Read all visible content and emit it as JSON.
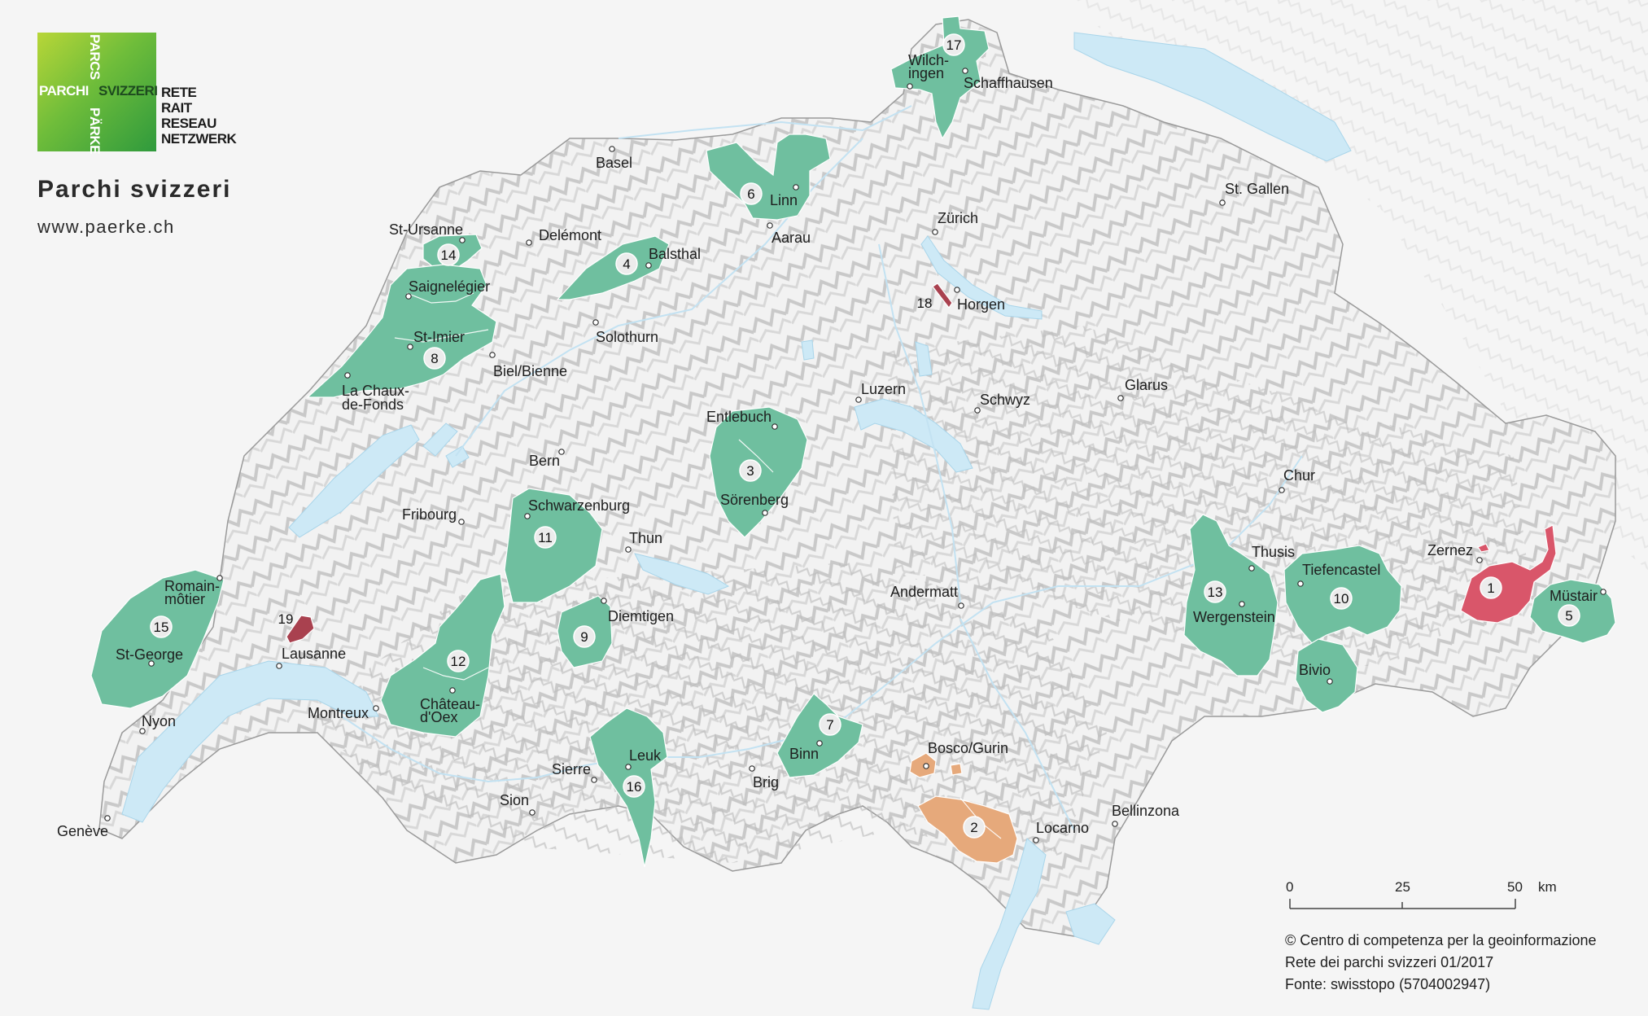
{
  "logo": {
    "w1": "PARCHI",
    "w2": "SVIZZERI",
    "w3": "PARCS",
    "w4": "PÄRKE"
  },
  "network": [
    "RETE",
    "RAIT",
    "RESEAU",
    "NETZWERK"
  ],
  "title": "Parchi svizzeri",
  "url": "www.paerke.ch",
  "credits": [
    "© Centro di competenza per la geoinformazione",
    "Rete dei parchi svizzeri 01/2017",
    "Fonte: swisstopo (5704002947)"
  ],
  "colors": {
    "park": "#6fbf9f",
    "candidate": "#e6a97b",
    "periurban": "#a9414f",
    "national": "#d9566a",
    "lake": "#cde9f6"
  },
  "scale": {
    "ticks": [
      "0",
      "25",
      "50"
    ],
    "unit": "km"
  },
  "places": [
    {
      "id": "basel",
      "name": "Basel"
    },
    {
      "id": "schaffhausen",
      "name": "Schaffhausen"
    },
    {
      "id": "wilchingen-1",
      "name": "Wilch-"
    },
    {
      "id": "wilchingen-2",
      "name": "ingen"
    },
    {
      "id": "st-gallen",
      "name": "St. Gallen"
    },
    {
      "id": "zurich",
      "name": "Zürich"
    },
    {
      "id": "horgen",
      "name": "Horgen"
    },
    {
      "id": "aarau",
      "name": "Aarau"
    },
    {
      "id": "linn",
      "name": "Linn"
    },
    {
      "id": "delemont",
      "name": "Delémont"
    },
    {
      "id": "st-ursanne",
      "name": "St-Ursanne"
    },
    {
      "id": "balsthal",
      "name": "Balsthal"
    },
    {
      "id": "saignelegier",
      "name": "Saignelégier"
    },
    {
      "id": "solothurn",
      "name": "Solothurn"
    },
    {
      "id": "st-imier",
      "name": "St-Imier"
    },
    {
      "id": "biel",
      "name": "Biel/Bienne"
    },
    {
      "id": "la-chaux-1",
      "name": "La Chaux-"
    },
    {
      "id": "la-chaux-2",
      "name": "de-Fonds"
    },
    {
      "id": "luzern",
      "name": "Luzern"
    },
    {
      "id": "schwyz",
      "name": "Schwyz"
    },
    {
      "id": "glarus",
      "name": "Glarus"
    },
    {
      "id": "entlebuch",
      "name": "Entlebuch"
    },
    {
      "id": "bern",
      "name": "Bern"
    },
    {
      "id": "sorenberg",
      "name": "Sörenberg"
    },
    {
      "id": "fribourg",
      "name": "Fribourg"
    },
    {
      "id": "schwarzenburg",
      "name": "Schwarzenburg"
    },
    {
      "id": "thun",
      "name": "Thun"
    },
    {
      "id": "chur",
      "name": "Chur"
    },
    {
      "id": "thusis",
      "name": "Thusis"
    },
    {
      "id": "tiefencastel",
      "name": "Tiefencastel"
    },
    {
      "id": "zernez",
      "name": "Zernez"
    },
    {
      "id": "mustair",
      "name": "Müstair"
    },
    {
      "id": "andermatt",
      "name": "Andermatt"
    },
    {
      "id": "wergenstein",
      "name": "Wergenstein"
    },
    {
      "id": "bivio",
      "name": "Bivio"
    },
    {
      "id": "romainmotier-1",
      "name": "Romain-"
    },
    {
      "id": "romainmotier-2",
      "name": "môtier"
    },
    {
      "id": "st-george",
      "name": "St-George"
    },
    {
      "id": "lausanne",
      "name": "Lausanne"
    },
    {
      "id": "diemtigen",
      "name": "Diemtigen"
    },
    {
      "id": "montreux",
      "name": "Montreux"
    },
    {
      "id": "chateau-1",
      "name": "Château-"
    },
    {
      "id": "chateau-2",
      "name": "d'Oex"
    },
    {
      "id": "nyon",
      "name": "Nyon"
    },
    {
      "id": "geneve",
      "name": "Genève"
    },
    {
      "id": "leuk",
      "name": "Leuk"
    },
    {
      "id": "sierre",
      "name": "Sierre"
    },
    {
      "id": "sion",
      "name": "Sion"
    },
    {
      "id": "brig",
      "name": "Brig"
    },
    {
      "id": "binn",
      "name": "Binn"
    },
    {
      "id": "bosco",
      "name": "Bosco/Gurin"
    },
    {
      "id": "locarno",
      "name": "Locarno"
    },
    {
      "id": "bellinzona",
      "name": "Bellinzona"
    }
  ],
  "parks": [
    {
      "id": "1",
      "label": "1"
    },
    {
      "id": "2",
      "label": "2"
    },
    {
      "id": "3",
      "label": "3"
    },
    {
      "id": "4",
      "label": "4"
    },
    {
      "id": "5",
      "label": "5"
    },
    {
      "id": "6",
      "label": "6"
    },
    {
      "id": "7",
      "label": "7"
    },
    {
      "id": "8",
      "label": "8"
    },
    {
      "id": "9",
      "label": "9"
    },
    {
      "id": "10",
      "label": "10"
    },
    {
      "id": "11",
      "label": "11"
    },
    {
      "id": "12",
      "label": "12"
    },
    {
      "id": "13",
      "label": "13"
    },
    {
      "id": "14",
      "label": "14"
    },
    {
      "id": "15",
      "label": "15"
    },
    {
      "id": "16",
      "label": "16"
    },
    {
      "id": "17",
      "label": "17"
    },
    {
      "id": "18",
      "label": "18"
    },
    {
      "id": "19",
      "label": "19"
    }
  ]
}
